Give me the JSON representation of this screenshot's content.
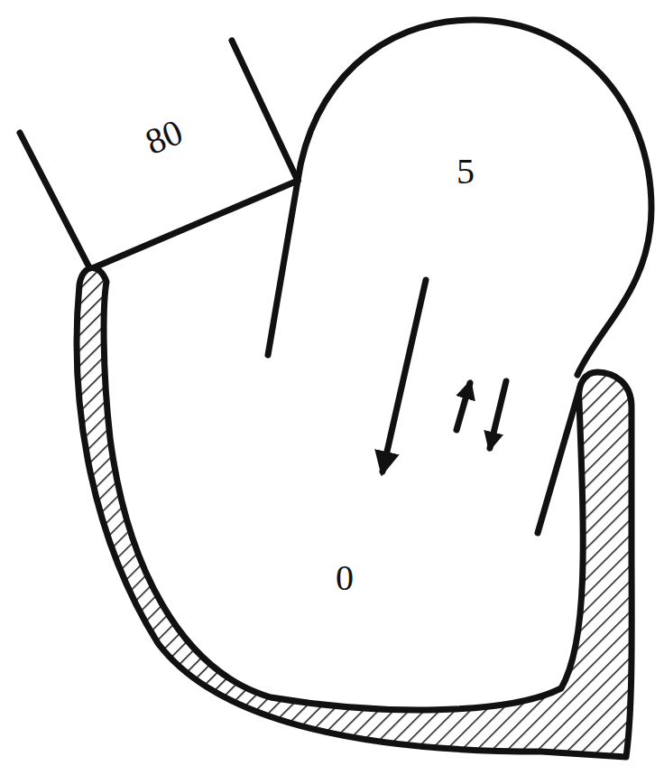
{
  "diagram": {
    "labels": [
      "80",
      "5",
      "0"
    ]
  }
}
